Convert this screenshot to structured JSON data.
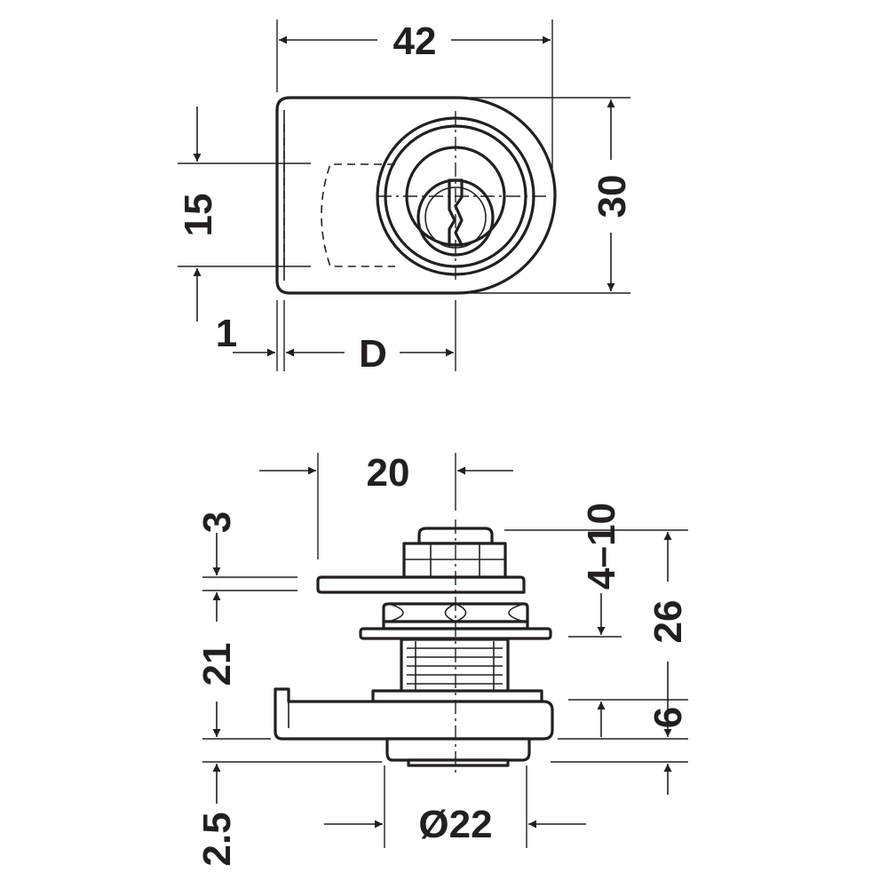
{
  "top_view": {
    "width_label": "42",
    "height_label": "30",
    "offset_label": "15",
    "depth_label": "D",
    "gap_label": "1"
  },
  "side_view": {
    "cam_length_label": "20",
    "cam_thickness_label": "3",
    "thread_range_label": "4–10",
    "overall_height_label": "26",
    "body_height_label": "21",
    "base_height_label": "6",
    "flange_label": "2.5",
    "diameter_label": "Ø22"
  },
  "colors": {
    "line": "#231f20",
    "background": "#ffffff"
  }
}
